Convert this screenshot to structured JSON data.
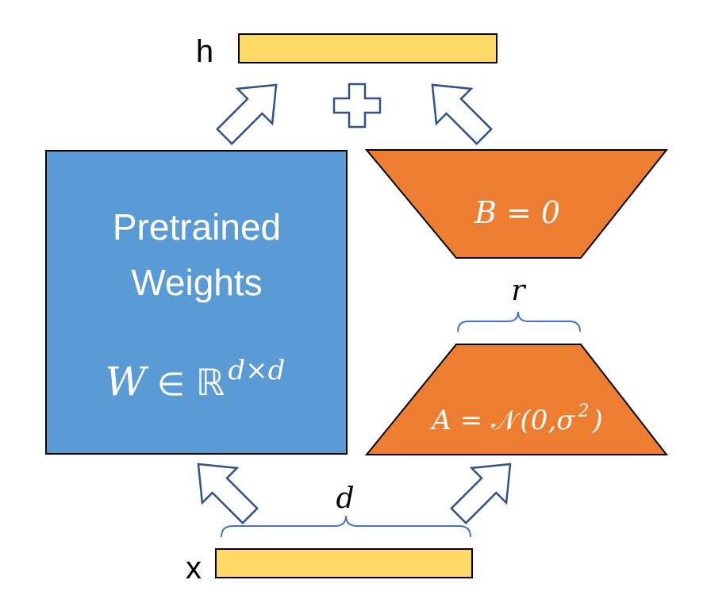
{
  "labels": {
    "h": "h",
    "x": "x",
    "pretrained_line1": "Pretrained",
    "pretrained_line2": "Weights",
    "w_var": "W",
    "w_in": "∈",
    "w_set": "ℝ",
    "w_exp": "d×d",
    "b_eq": "B = 0",
    "a_lhs": "A = ",
    "a_normal": "𝒩",
    "a_args": "(0,σ",
    "a_sq": "2",
    "a_close": ")",
    "rank": "r",
    "dim": "d"
  },
  "colors": {
    "blue": "#5b9bd5",
    "orange": "#ed7d31",
    "yellow": "#ffd966",
    "outline": "#000000",
    "arrow": "#2f528f",
    "brace": "#4472c4",
    "white_text": "#ffffff"
  },
  "icons": [
    "plus-icon",
    "arrow-up-right-icon",
    "arrow-up-left-icon"
  ]
}
